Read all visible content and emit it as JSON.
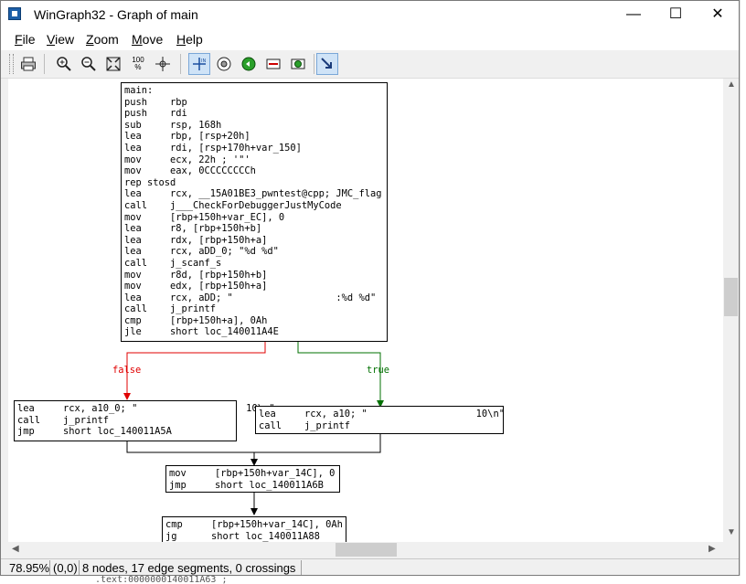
{
  "window": {
    "title": "WinGraph32 - Graph of main",
    "controls": {
      "minimize": "—",
      "maximize": "☐",
      "close": "✕"
    }
  },
  "menu": [
    {
      "underline": "F",
      "rest": "ile"
    },
    {
      "underline": "V",
      "rest": "iew"
    },
    {
      "underline": "Z",
      "rest": "oom"
    },
    {
      "underline": "M",
      "rest": "ove"
    },
    {
      "underline": "H",
      "rest": "elp"
    }
  ],
  "toolbar": {
    "buttons": [
      "print-icon",
      "zoom-in-icon",
      "zoom-out-icon",
      "fit-window-icon",
      "zoom-100-icon",
      "center-icon",
      "layout-icon",
      "graph-icon",
      "green-node-icon",
      "red-node-icon",
      "node-icon",
      "edge-icon"
    ],
    "zoom100_label": "100\n%"
  },
  "graph": {
    "main_label": "main:",
    "main_lines": [
      [
        "push",
        "rbp"
      ],
      [
        "push",
        "rdi"
      ],
      [
        "sub",
        "rsp, 168h"
      ],
      [
        "lea",
        "rbp, [rsp+20h]"
      ],
      [
        "lea",
        "rdi, [rsp+170h+var_150]"
      ],
      [
        "mov",
        "ecx, 22h ; '\"'"
      ],
      [
        "mov",
        "eax, 0CCCCCCCCh"
      ],
      [
        "rep stosd",
        ""
      ],
      [
        "lea",
        "rcx, __15A01BE3_pwntest@cpp; JMC_flag"
      ],
      [
        "call",
        "j___CheckForDebuggerJustMyCode"
      ],
      [
        "mov",
        "[rbp+150h+var_EC], 0"
      ],
      [
        "lea",
        "r8, [rbp+150h+b]"
      ],
      [
        "lea",
        "rdx, [rbp+150h+a]"
      ],
      [
        "lea",
        "rcx, aDD_0; \"%d %d\""
      ],
      [
        "call",
        "j_scanf_s"
      ],
      [
        "mov",
        "r8d, [rbp+150h+b]"
      ],
      [
        "mov",
        "edx, [rbp+150h+a]"
      ],
      [
        "lea",
        "rcx, aDD; \"                  :%d %d\""
      ],
      [
        "call",
        "j_printf"
      ],
      [
        "cmp",
        "[rbp+150h+a], 0Ah"
      ],
      [
        "jle",
        "short loc_140011A4E"
      ]
    ],
    "false_lines": [
      [
        "lea",
        "rcx, a10_0; \"                   10\\n\""
      ],
      [
        "call",
        "j_printf"
      ],
      [
        "jmp",
        "short loc_140011A5A"
      ]
    ],
    "true_lines": [
      [
        "lea",
        "rcx, a10; \"                   10\\n\""
      ],
      [
        "call",
        "j_printf"
      ]
    ],
    "join_lines": [
      [
        "mov",
        "[rbp+150h+var_14C], 0"
      ],
      [
        "jmp",
        "short loc_140011A6B"
      ]
    ],
    "bottom_lines": [
      [
        "cmp",
        "[rbp+150h+var_14C], 0Ah"
      ],
      [
        "jg",
        "short loc_140011A88"
      ]
    ],
    "edge_false": "false",
    "edge_true": "true",
    "colors": {
      "false_edge": "#e00000",
      "true_edge": "#007000",
      "normal_edge": "#000000"
    }
  },
  "status": {
    "zoom": "78.95%",
    "coords": "(0,0)",
    "info": "8 nodes, 17 edge segments, 0 crossings"
  },
  "background_text": ".text:0000000140011A63 ;"
}
